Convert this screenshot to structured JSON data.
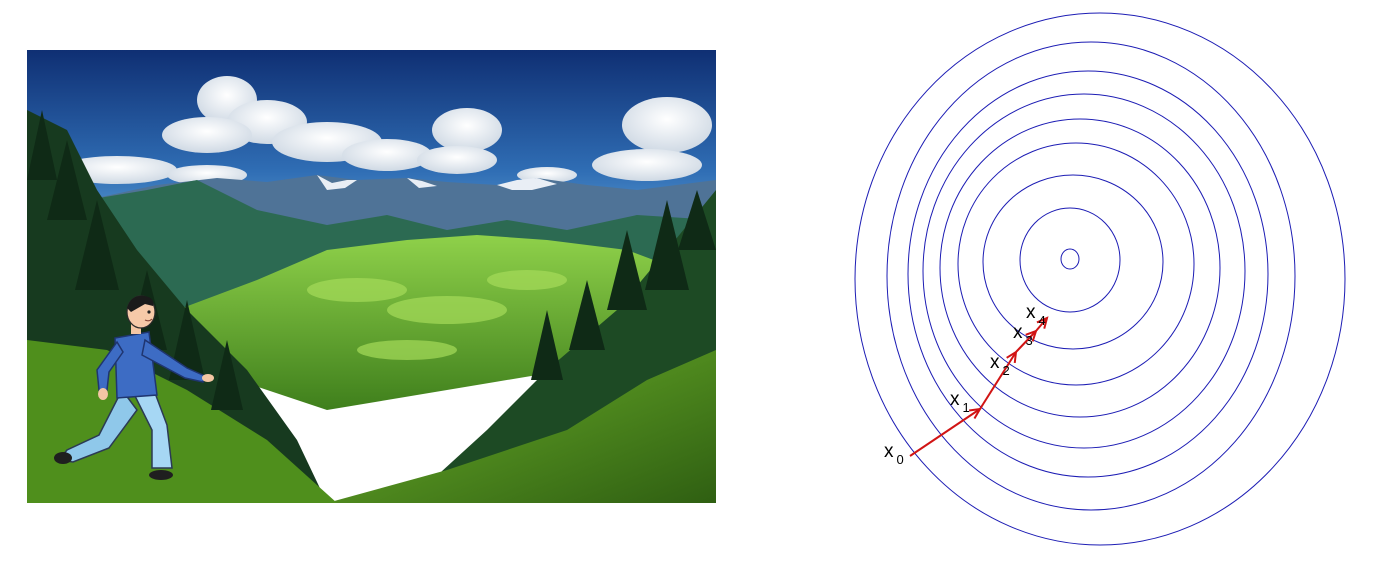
{
  "photo": {
    "subject": "hiker-walking-downhill",
    "colors": {
      "sky_top": "#12347a",
      "sky_bottom": "#4e97d1",
      "mountain_far": "#53759c",
      "snow": "#e9eef5",
      "mountain_mid": "#2e6b4e",
      "valley": "#7fc23a",
      "grass": "#5f9e22",
      "tree": "#183a22",
      "shirt": "#3f6fc7",
      "pants": "#9fd3f2",
      "skin": "#f6c9a8",
      "hair": "#1a1a1a"
    }
  },
  "diagram": {
    "contour_color": "#1c1cb4",
    "arrow_color": "#d11414",
    "iterates": [
      {
        "base": "x",
        "sub": "0"
      },
      {
        "base": "x",
        "sub": "1"
      },
      {
        "base": "x",
        "sub": "2"
      },
      {
        "base": "x",
        "sub": "3"
      },
      {
        "base": "x",
        "sub": "4"
      }
    ]
  }
}
